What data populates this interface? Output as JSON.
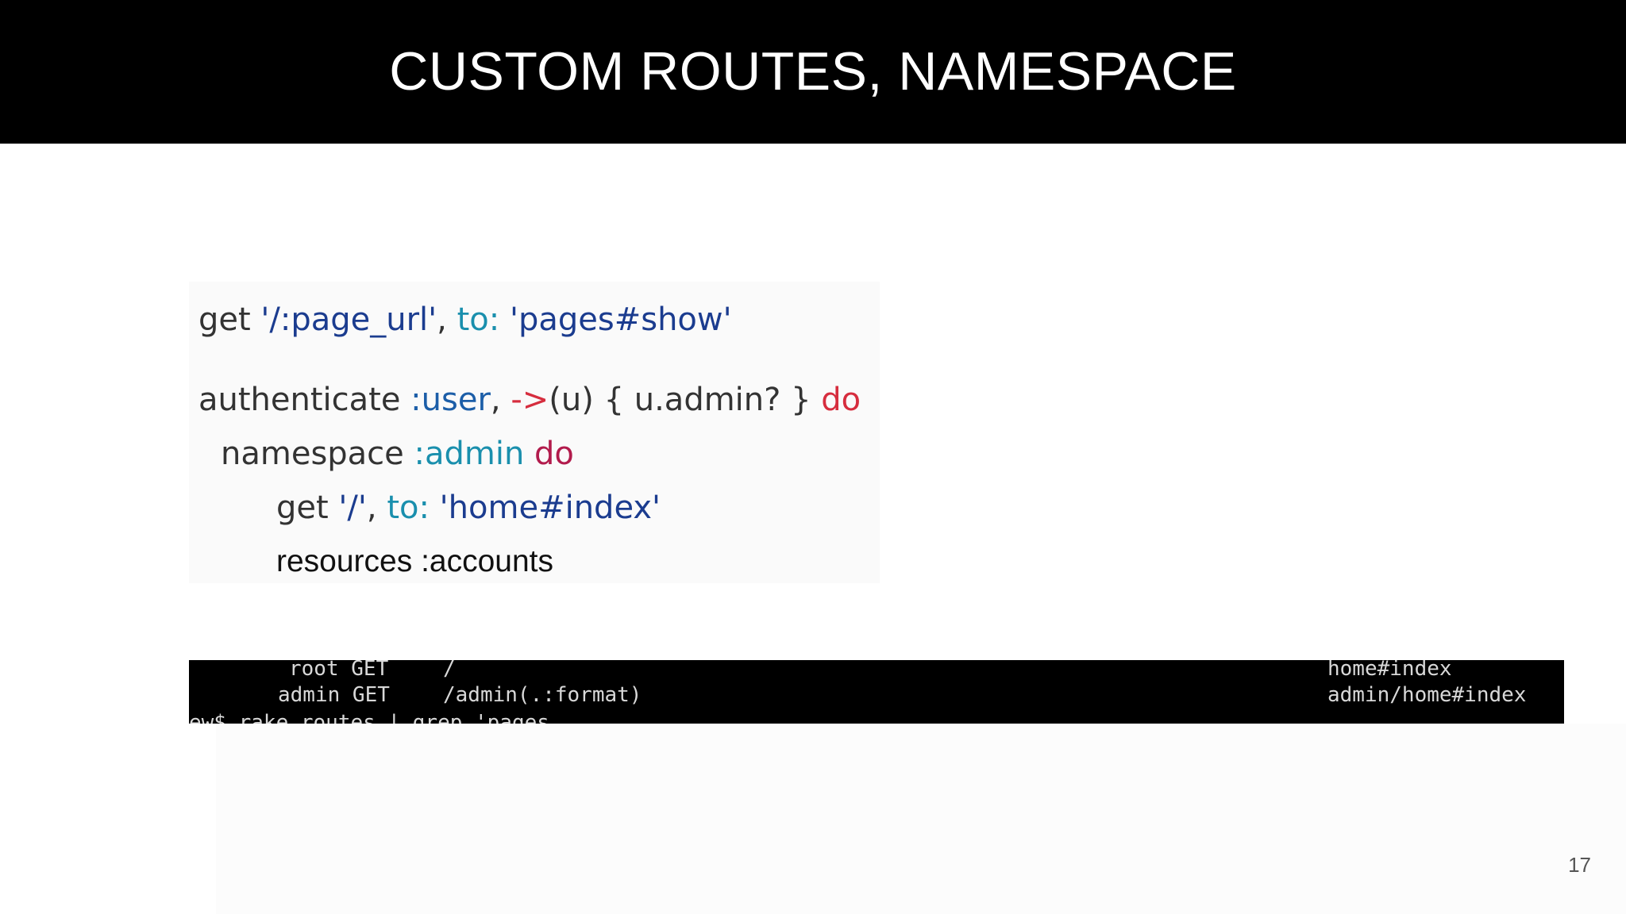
{
  "slide": {
    "title": "CUSTOM ROUTES, NAMESPACE",
    "page_number": "17"
  },
  "code": {
    "line1": {
      "get": "get ",
      "path": "'/:page_url'",
      "comma": ", ",
      "to": "to: ",
      "target": "'pages#show'"
    },
    "line2": {
      "authenticate": "authenticate ",
      "user": ":user",
      "comma": ", ",
      "arrow": "->",
      "lambda": "(u) { u.admin? } ",
      "do": "do"
    },
    "line3": {
      "namespace": "namespace ",
      "admin": ":admin",
      "space": " ",
      "do": "do"
    },
    "line4": {
      "get": "get ",
      "path": "'/'",
      "comma": ", ",
      "to": "to: ",
      "target": "'home#index'"
    },
    "line5": "resources :accounts"
  },
  "terminal": {
    "row1": {
      "name_verb": "root GET",
      "path": "/",
      "action": "home#index"
    },
    "row2": {
      "name_verb": "admin GET",
      "path": "/admin(.:format)",
      "action": "admin/home#index"
    },
    "row3": "ew$ rake routes | grep 'pages"
  },
  "colors": {
    "title_bar": "#000000",
    "title_text": "#ffffff",
    "string": "#1b3c8f",
    "keyword_arg": "#1a8fad",
    "do_keyword": "#d62d3e",
    "terminal_bg": "#000000"
  }
}
